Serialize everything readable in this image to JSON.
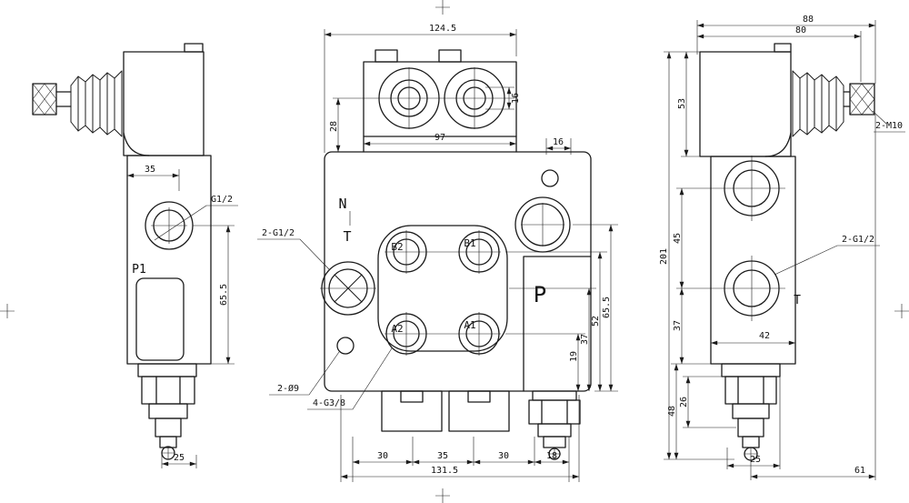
{
  "sheet": {
    "description": "Three-view engineering drawing of a 2-spool hydraulic monoblock directional control valve with joystick levers",
    "background_color": "#ffffff",
    "line_color": "#1b1b1b"
  },
  "left_view": {
    "dim_35": "35",
    "thread_g12": "G1/2",
    "port_p1": "P1",
    "dim_65_5": "65.5",
    "dim_25": "25"
  },
  "front_view": {
    "dim_124_5": "124.5",
    "dim_28": "28",
    "dim_16_v": "16",
    "dim_97": "97",
    "dim_16_h": "16",
    "label_n": "N",
    "label_t": "T",
    "label_b2": "B2",
    "label_b1": "B1",
    "label_a2": "A2",
    "label_a1": "A1",
    "label_p": "P",
    "callout_2_g12": "2-G1/2",
    "callout_2_d9": "2-Ø9",
    "callout_4_g38": "4-G3/8",
    "dim_65_5": "65.5",
    "dim_52": "52",
    "dim_37": "37",
    "dim_19": "19",
    "dim_30_left": "30",
    "dim_35": "35",
    "dim_30_right": "30",
    "dim_18": "18",
    "dim_131_5": "131.5"
  },
  "right_view": {
    "dim_88": "88",
    "dim_80": "80",
    "dim_53": "53",
    "callout_2_m10": "2-M10",
    "dim_201": "201",
    "dim_45": "45",
    "dim_37": "37",
    "callout_2_g12": "2-G1/2",
    "label_t": "T",
    "dim_42": "42",
    "dim_48": "48",
    "dim_26": "26",
    "dim_25": "25",
    "dim_61": "61"
  }
}
